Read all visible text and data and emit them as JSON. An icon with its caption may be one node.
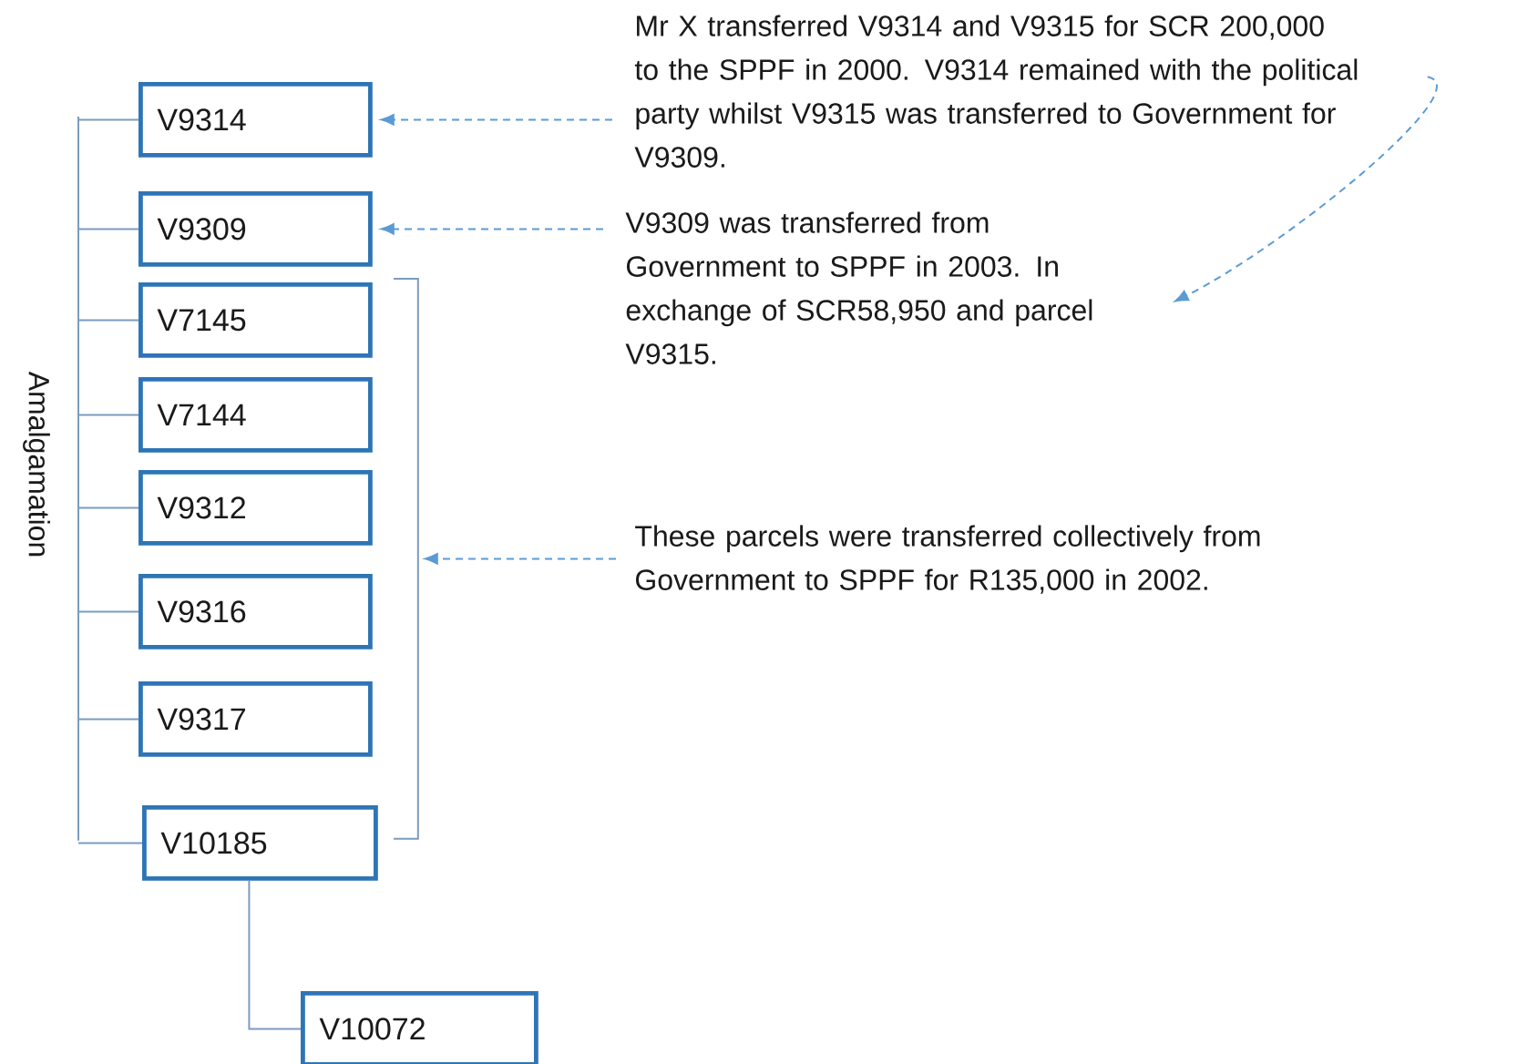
{
  "diagram": {
    "labels": [
      "Amalgamation"
    ],
    "nodes": [
      {
        "text": [],
        "shape": "bar"
      },
      {
        "text": [
          "V9314"
        ]
      },
      {
        "text": [
          "V9309"
        ]
      },
      {
        "text": [
          "V7145"
        ]
      },
      {
        "text": [
          "V7144"
        ]
      },
      {
        "text": [
          "V9312"
        ]
      },
      {
        "text": [
          "V9316"
        ]
      },
      {
        "text": [
          "V9317"
        ]
      },
      {
        "text": [
          "V10185"
        ]
      },
      {
        "text": [
          "V10072"
        ]
      },
      {
        "text": [
          "Mr X transferred V9314 and V9315 for SCR 200,000 to the SPPF in 2000. V9314 remained with the political party whilst V9315 was transferred to Government for V9309."
        ]
      },
      {
        "text": [
          "V9309 was transferred from Government to SPPF in 2003. In exchange of SCR58,950 and parcel V9315."
        ]
      },
      {
        "text": [
          "These parcels were transferred collectively from Government to SPPF for R135,000 in 2002."
        ]
      },
      {
        "text": [],
        "shape": "bracket"
      }
    ],
    "edges": [
      {
        "from": 0,
        "to": 1,
        "arrow": "none"
      },
      {
        "from": 0,
        "to": 2,
        "arrow": "none"
      },
      {
        "from": 0,
        "to": 3,
        "arrow": "none"
      },
      {
        "from": 0,
        "to": 4,
        "arrow": "none"
      },
      {
        "from": 0,
        "to": 5,
        "arrow": "none"
      },
      {
        "from": 0,
        "to": 6,
        "arrow": "none"
      },
      {
        "from": 0,
        "to": 7,
        "arrow": "none"
      },
      {
        "from": 0,
        "to": 8,
        "arrow": "none"
      },
      {
        "from": 8,
        "to": 9,
        "arrow": "none"
      },
      {
        "from": 10,
        "to": 1,
        "arrow": "to",
        "style": "dashed",
        "color": "#5b9bd5"
      },
      {
        "from": 11,
        "to": 2,
        "arrow": "to",
        "style": "dashed",
        "color": "#5b9bd5"
      },
      {
        "from": 12,
        "to": 13,
        "arrow": "to",
        "style": "dashed",
        "color": "#5b9bd5"
      },
      {
        "from": 10,
        "to": 11,
        "arrow": "to",
        "style": "dashed",
        "color": "#5b9bd5"
      }
    ]
  }
}
